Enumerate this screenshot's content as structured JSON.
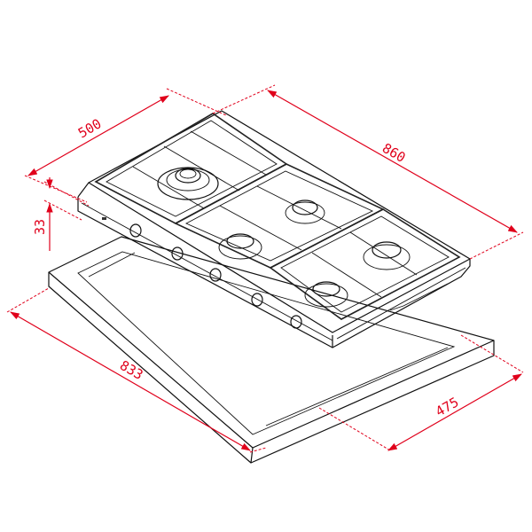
{
  "diagram": {
    "subject": "Gas hob installation dimensions",
    "accent_color": "#e0001b",
    "line_color": "#111111",
    "units": "mm",
    "dimensions": {
      "hob_depth": "500",
      "hob_width": "860",
      "hob_height": "33",
      "cutout_width": "833",
      "cutout_depth": "475"
    },
    "burners": 5,
    "control_knobs": 5
  }
}
